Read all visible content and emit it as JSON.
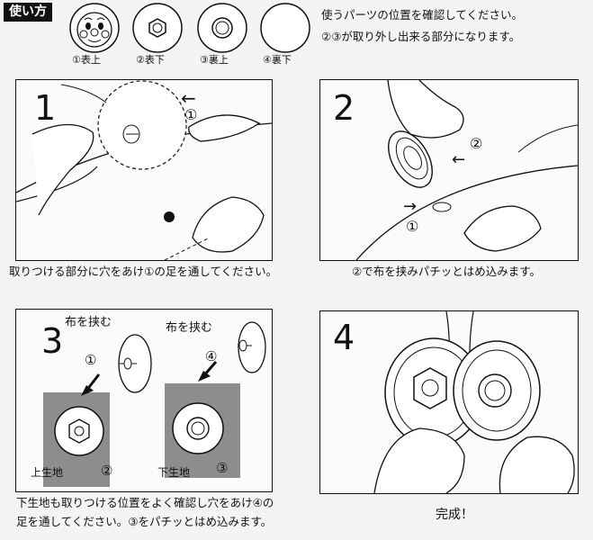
{
  "header": {
    "section_tag": "使い方",
    "intro_lines": [
      "使うパーツの位置を確認してください。",
      "②③が取り外し出来る部分になります。"
    ]
  },
  "parts": [
    {
      "label": "①表上",
      "icon": "character-face-icon"
    },
    {
      "label": "②表下",
      "icon": "hex-nut-icon"
    },
    {
      "label": "③裏上",
      "icon": "ring-icon"
    },
    {
      "label": "④裏下",
      "icon": "plain-disc-icon"
    }
  ],
  "steps": [
    {
      "number": "1",
      "caption": "取りつける部分に穴をあけ①の足を通してください。",
      "marks": [
        "←",
        "①"
      ]
    },
    {
      "number": "2",
      "caption": "②で布を挟みパチッとはめ込みます。",
      "marks": [
        "②",
        "①"
      ]
    },
    {
      "number": "3",
      "left_title": "布を挟む",
      "right_title": "布を挟む",
      "left_mark": "①",
      "right_mark": "④",
      "left_fabric": "上生地",
      "left_fabric_mark": "②",
      "right_fabric": "下生地",
      "right_fabric_mark": "③",
      "caption_lines": [
        "下生地も取りつける位置をよく確認し穴をあけ④の",
        "足を通してください。③をパチッとはめ込みます。"
      ]
    },
    {
      "number": "4",
      "caption": "完成！"
    }
  ]
}
